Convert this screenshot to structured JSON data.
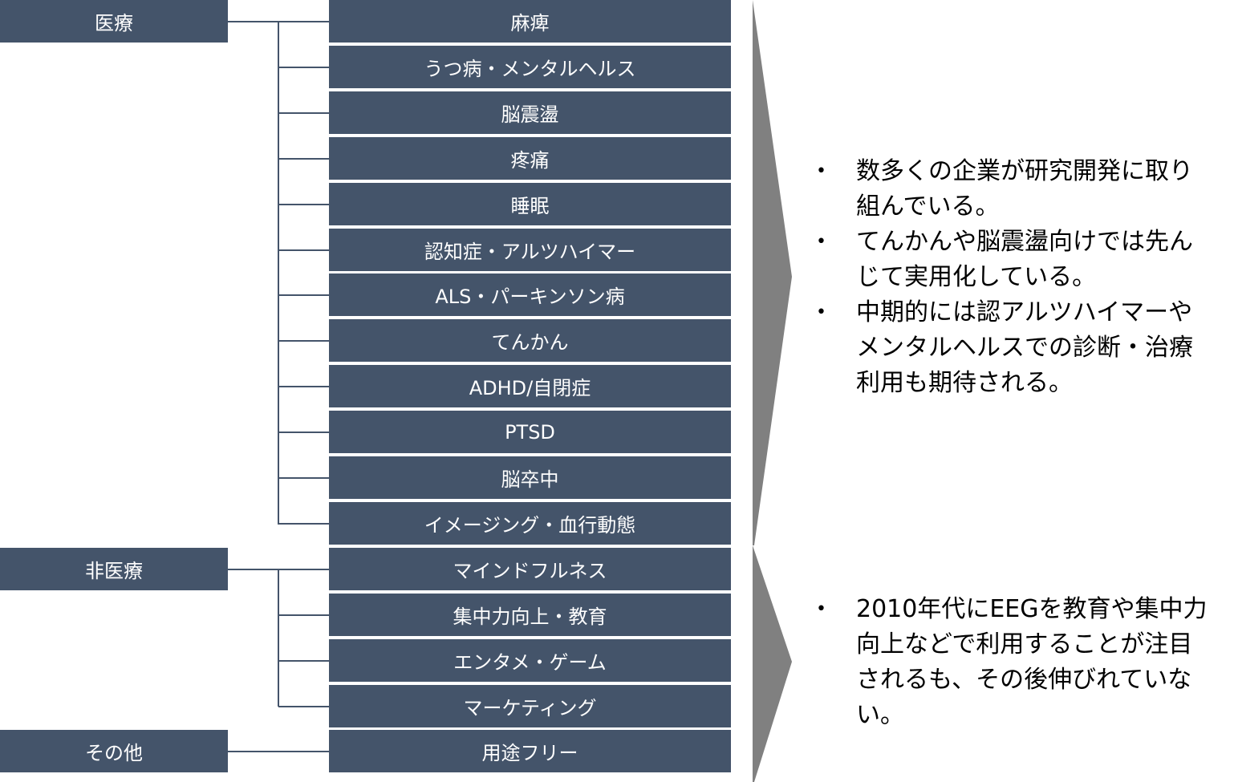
{
  "categories": [
    {
      "label": "医療",
      "items": [
        "麻痺",
        "うつ病・メンタルヘルス",
        "脳震盪",
        "疼痛",
        "睡眠",
        "認知症・アルツハイマー",
        "ALS・パーキンソン病",
        "てんかん",
        "ADHD/自閉症",
        "PTSD",
        "脳卒中",
        "イメージング・血行動態"
      ]
    },
    {
      "label": "非医療",
      "items": [
        "マインドフルネス",
        "集中力向上・教育",
        "エンタメ・ゲーム",
        "マーケティング"
      ]
    },
    {
      "label": "その他",
      "items": [
        "用途フリー"
      ]
    }
  ],
  "notes": [
    {
      "bullets": [
        "数多くの企業が研究開発に取り組んでいる。",
        "てんかんや脳震盪向けでは先んじて実用化している。",
        "中期的には認アルツハイマーやメンタルヘルスでの診断・治療利用も期待される。"
      ]
    },
    {
      "bullets": [
        "2010年代にEEGを教育や集中力向上などで利用することが注目されるも、その後伸びれていない。"
      ]
    }
  ],
  "colors": {
    "box": "#44546a",
    "arrow": "#808080"
  }
}
